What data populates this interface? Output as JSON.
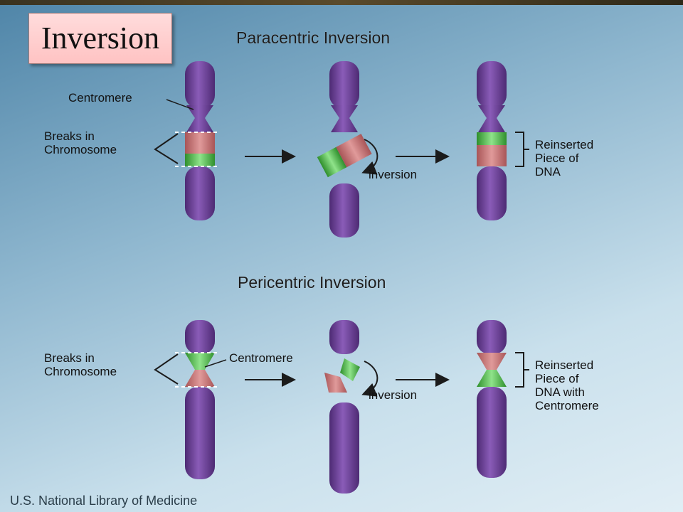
{
  "title": "Inversion",
  "footer": "U.S. National Library of Medicine",
  "panels": {
    "paracentric": {
      "title": "Paracentric Inversion",
      "centromere_label": "Centromere",
      "breaks_label": "Breaks in\nChromosome",
      "inversion_label": "inversion",
      "reinserted_label": "Reinserted\nPiece of\nDNA"
    },
    "pericentric": {
      "title": "Pericentric Inversion",
      "breaks_label": "Breaks in\nChromosome",
      "centromere_label": "Centromere",
      "inversion_label": "inversion",
      "reinserted_label": "Reinserted\nPiece of\nDNA with\nCentromere"
    }
  },
  "colors": {
    "chromosome": "#6a3f96",
    "chromosome_light": "#8a5cb8",
    "segment_red": "#c97576",
    "segment_green": "#4fbf4c",
    "text": "#121212"
  }
}
